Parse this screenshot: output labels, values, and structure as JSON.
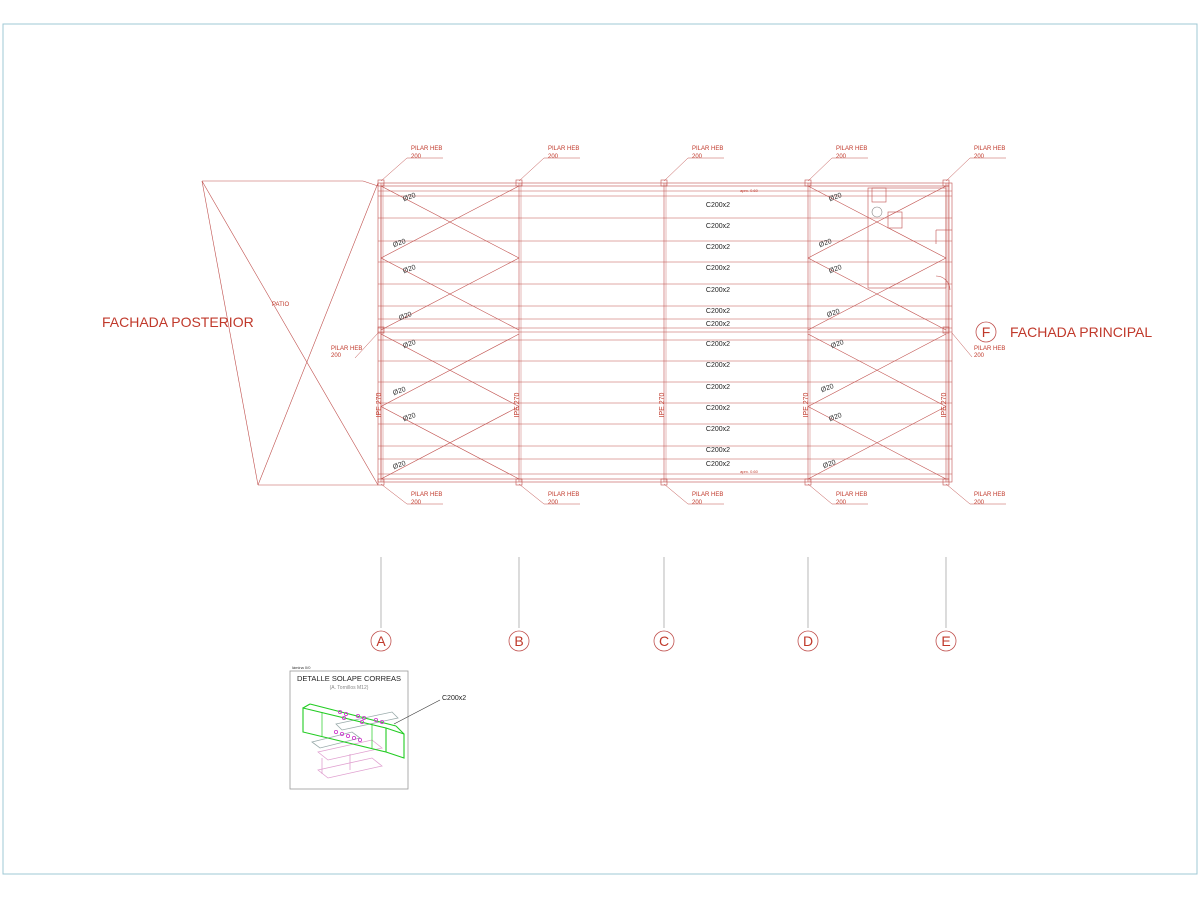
{
  "labels": {
    "rear_facade": "FACHADA POSTERIOR",
    "main_facade": "FACHADA PRINCIPAL",
    "patio": "PATIO",
    "pillar_line1": "PILAR HEB",
    "pillar_line2": "200",
    "purlin": "C200x2",
    "brace": "Ø20",
    "ipe": "IPE 270",
    "ridge_dim": "aprx. 0.60",
    "detail_title": "DETALLE SOLAPE CORREAS",
    "detail_subtitle": "(A. Tornillos M12)",
    "detail_tag": "lámina 0/0",
    "detail_callout": "C200x2"
  },
  "grid_axes": [
    "A",
    "B",
    "C",
    "D",
    "E"
  ],
  "grid_axis_side": "F",
  "colors": {
    "line": "#c0504d",
    "text_red": "#c0392b",
    "text_dark": "#333333",
    "detail_green": "#22cc22",
    "detail_magenta": "#cc33cc",
    "frame": "#9fc8d4"
  }
}
